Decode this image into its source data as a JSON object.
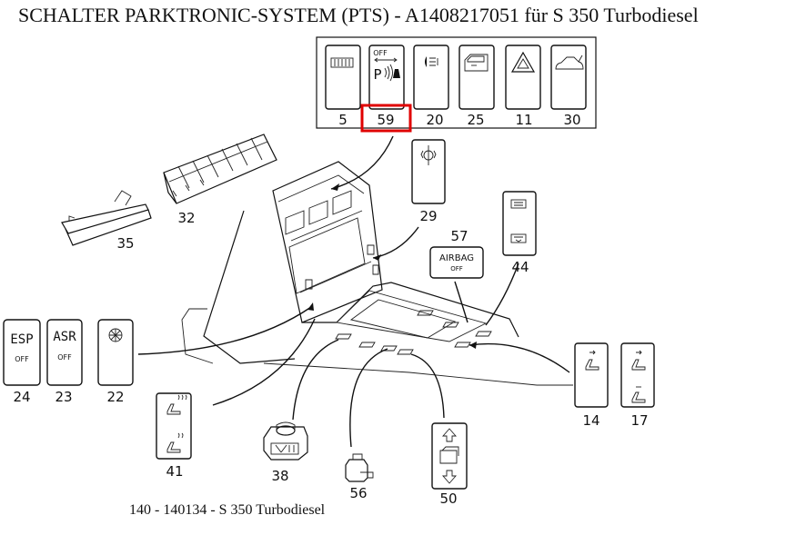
{
  "title": "SCHALTER PARKTRONIC-SYSTEM (PTS) - A1408217051 für S 350 Turbodiesel",
  "footer": "140 - 140134 - S 350 Turbodiesel",
  "highlight_color": "#e00000",
  "highlighted_part": "59",
  "panel": {
    "switches": [
      {
        "number": "5",
        "icon": "rear-defrost-icon"
      },
      {
        "number": "59",
        "icon": "parktronic-icon",
        "text": "OFF",
        "symbol": "P"
      },
      {
        "number": "20",
        "icon": "headlamp-range-icon"
      },
      {
        "number": "25",
        "icon": "window-icon"
      },
      {
        "number": "11",
        "icon": "hazard-warning-icon"
      },
      {
        "number": "30",
        "icon": "trunk-icon"
      }
    ]
  },
  "parts": {
    "p29": {
      "number": "29",
      "icon": "info-icon"
    },
    "p57": {
      "number": "57",
      "line1": "AIRBAG",
      "line2": "OFF"
    },
    "p44": {
      "number": "44",
      "icon": "window-switch-icon"
    },
    "p24": {
      "number": "24",
      "line1": "ESP",
      "line2": "OFF"
    },
    "p23": {
      "number": "23",
      "line1": "ASR",
      "line2": "OFF"
    },
    "p22": {
      "number": "22",
      "icon": "fan-icon"
    },
    "p41": {
      "number": "41",
      "icon": "seat-heater-icon"
    },
    "p38": {
      "number": "38",
      "icon": "mirror-adjust-switch"
    },
    "p56": {
      "number": "56",
      "icon": "connector-icon"
    },
    "p50": {
      "number": "50",
      "icon": "sunroof-switch-icon"
    },
    "p14": {
      "number": "14",
      "icon": "seat-adjust-icon"
    },
    "p17": {
      "number": "17",
      "icon": "seat-memory-icon"
    },
    "p32": {
      "number": "32",
      "icon": "switch-housing"
    },
    "p35": {
      "number": "35",
      "icon": "cover-strip"
    }
  }
}
